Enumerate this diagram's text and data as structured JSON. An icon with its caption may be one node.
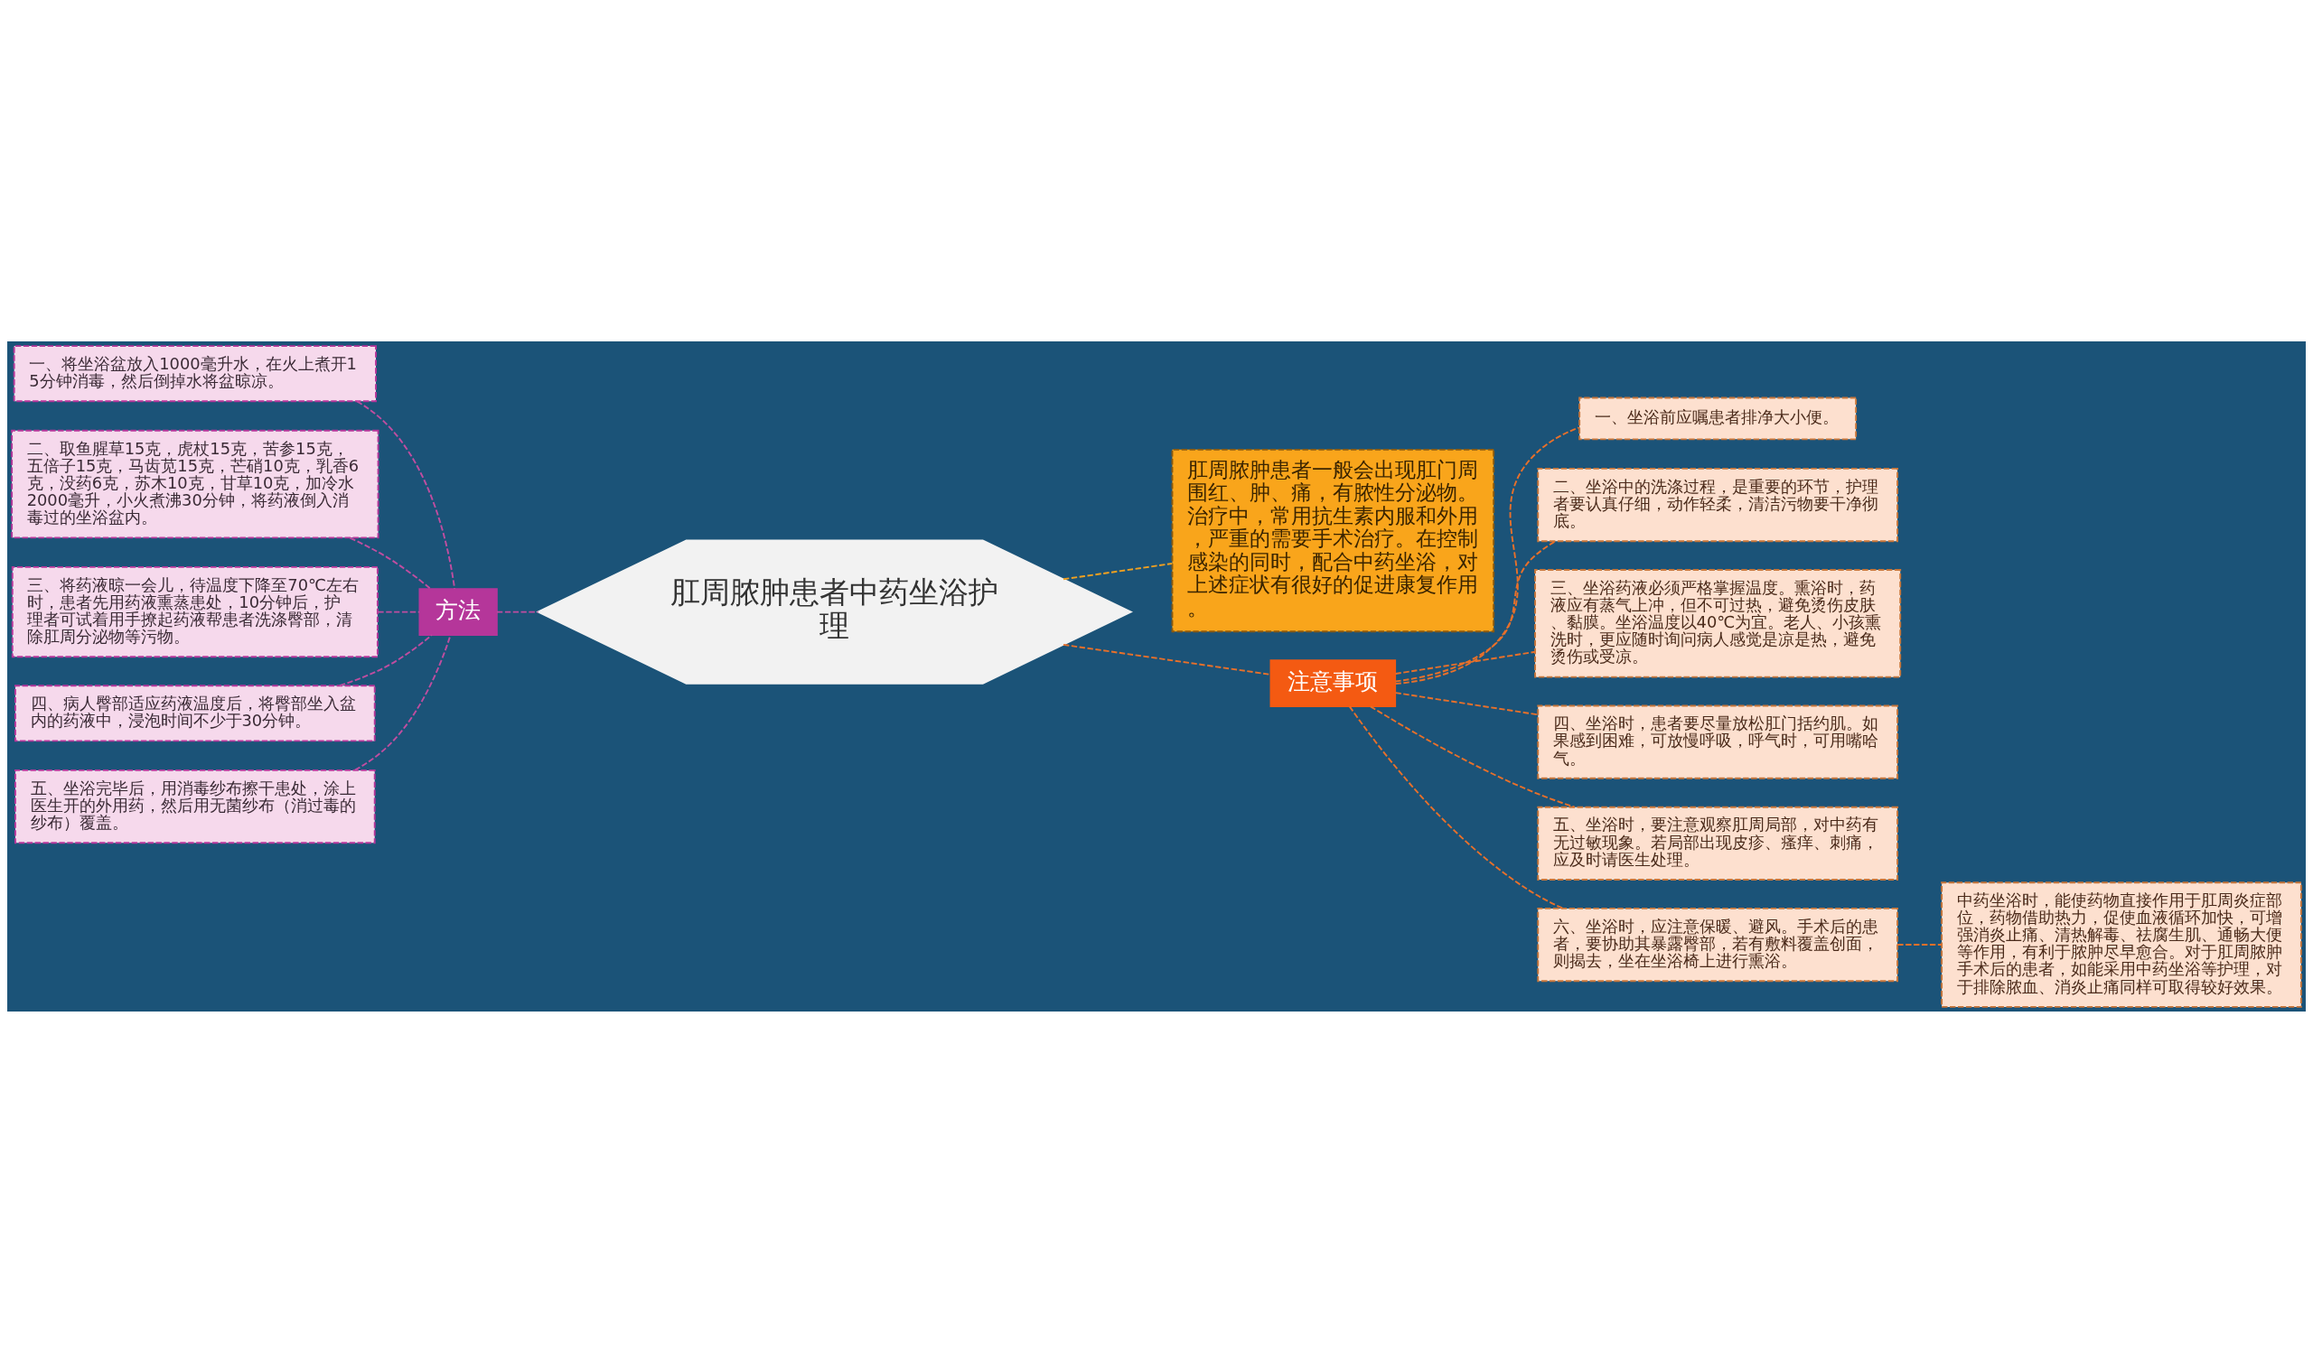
{
  "diagram": {
    "nodes": [
      {
        "text": [
          "肛周脓肿患者中药坐浴护理"
        ]
      },
      {
        "text": [
          "方法"
        ]
      },
      {
        "text": [
          "一、将坐浴盆放入1000毫升水，在火上煮开15分钟消毒，然后倒掉水将盆晾凉。"
        ]
      },
      {
        "text": [
          "二、取鱼腥草15克，虎杖15克，苦参15克，五倍子15克，马齿苋15克，芒硝10克，乳香6克，没药6克，苏木10克，甘草10克，加冷水2000毫升，小火煮沸30分钟，将药液倒入消毒过的坐浴盆内。"
        ]
      },
      {
        "text": [
          "三、将药液晾一会儿，待温度下降至70℃左右时，患者先用药液熏蒸患处，10分钟后，护理者可试着用手撩起药液帮患者洗涤臀部，清除肛周分泌物等污物。"
        ]
      },
      {
        "text": [
          "四、病人臀部适应药液温度后，将臀部坐入盆内的药液中，浸泡时间不少于30分钟。"
        ]
      },
      {
        "text": [
          "五、坐浴完毕后，用消毒纱布擦干患处，涂上医生开的外用药，然后用无菌纱布（消过毒的纱布）覆盖。"
        ]
      },
      {
        "text": [
          "肛周脓肿患者一般会出现肛门周围红、肿、痛，有脓性分泌物。治疗中，常用抗生素内服和外用，严重的需要手术治疗。在控制感染的同时，配合中药坐浴，对上述症状有很好的促进康复作用。"
        ]
      },
      {
        "text": [
          "注意事项"
        ]
      },
      {
        "text": [
          "一、坐浴前应嘱患者排净大小便。"
        ]
      },
      {
        "text": [
          "二、坐浴中的洗涤过程，是重要的环节，护理者要认真仔细，动作轻柔，清洁污物要干净彻底。"
        ]
      },
      {
        "text": [
          "三、坐浴药液必须严格掌握温度。熏浴时，药液应有蒸气上冲，但不可过热，避免烫伤皮肤、黏膜。坐浴温度以40℃为宜。老人、小孩熏洗时，更应随时询问病人感觉是凉是热，避免烫伤或受凉。"
        ]
      },
      {
        "text": [
          "四、坐浴时，患者要尽量放松肛门括约肌。如果感到困难，可放慢呼吸，呼气时，可用嘴哈气。"
        ]
      },
      {
        "text": [
          "五、坐浴时，要注意观察肛周局部，对中药有无过敏现象。若局部出现皮疹、瘙痒、刺痛，应及时请医生处理。"
        ]
      },
      {
        "text": [
          "六、坐浴时，应注意保暖、避风。手术后的患者，要协助其暴露臀部，若有敷料覆盖创面，则揭去，坐在坐浴椅上进行熏浴。"
        ]
      },
      {
        "text": [
          "中药坐浴时，能使药物直接作用于肛周炎症部位，药物借助热力，促使血液循环加快，可增强消炎止痛、清热解毒、祛腐生肌、通畅大便等作用，有利于脓肿尽早愈合。对于肛周脓肿手术后的患者，如能采用中药坐浴等护理，对于排除脓血、消炎止痛同样可取得较好效果。"
        ]
      }
    ],
    "edges": [
      {
        "from": 0,
        "to": 1,
        "arrow": "none",
        "style": "dashed",
        "color": "#c04da0"
      },
      {
        "from": 1,
        "to": 2,
        "arrow": "none",
        "style": "dashed",
        "color": "#c04da0"
      },
      {
        "from": 1,
        "to": 3,
        "arrow": "none",
        "style": "dashed",
        "color": "#c04da0"
      },
      {
        "from": 1,
        "to": 4,
        "arrow": "none",
        "style": "dashed",
        "color": "#c04da0"
      },
      {
        "from": 1,
        "to": 5,
        "arrow": "none",
        "style": "dashed",
        "color": "#c04da0"
      },
      {
        "from": 1,
        "to": 6,
        "arrow": "none",
        "style": "dashed",
        "color": "#c04da0"
      },
      {
        "from": 0,
        "to": 7,
        "arrow": "none",
        "style": "dashed",
        "color": "#f0a020"
      },
      {
        "from": 0,
        "to": 8,
        "arrow": "none",
        "style": "dashed",
        "color": "#e8702a"
      },
      {
        "from": 8,
        "to": 9,
        "arrow": "none",
        "style": "dashed",
        "color": "#e8702a"
      },
      {
        "from": 8,
        "to": 10,
        "arrow": "none",
        "style": "dashed",
        "color": "#e8702a"
      },
      {
        "from": 8,
        "to": 11,
        "arrow": "none",
        "style": "dashed",
        "color": "#e8702a"
      },
      {
        "from": 8,
        "to": 12,
        "arrow": "none",
        "style": "dashed",
        "color": "#e8702a"
      },
      {
        "from": 8,
        "to": 13,
        "arrow": "none",
        "style": "dashed",
        "color": "#e8702a"
      },
      {
        "from": 8,
        "to": 14,
        "arrow": "none",
        "style": "dashed",
        "color": "#e8702a"
      },
      {
        "from": 14,
        "to": 15,
        "arrow": "none",
        "style": "dashed",
        "color": "#e8702a"
      }
    ]
  }
}
